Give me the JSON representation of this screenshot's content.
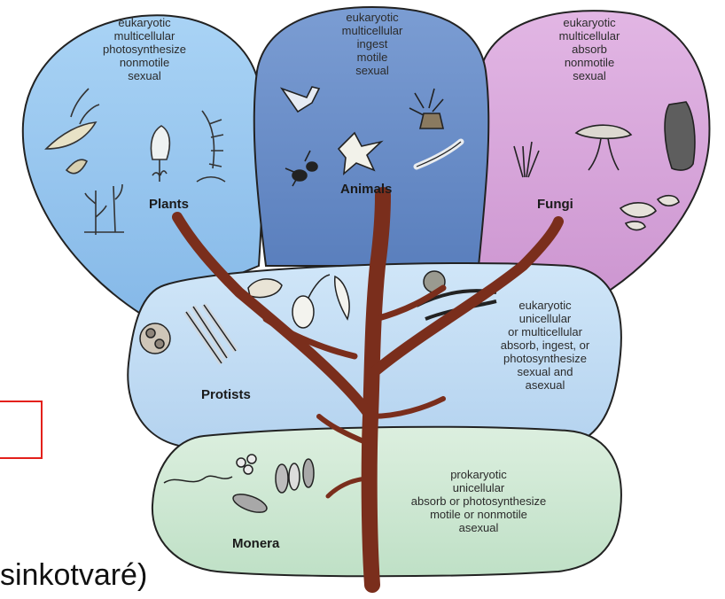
{
  "diagram": {
    "kingdoms": {
      "plants": {
        "name": "Plants",
        "traits": [
          "eukaryotic",
          "multicellular",
          "photosynthesize",
          "nonmotile",
          "sexual"
        ]
      },
      "animals": {
        "name": "Animals",
        "traits": [
          "eukaryotic",
          "multicellular",
          "ingest",
          "motile",
          "sexual"
        ]
      },
      "fungi": {
        "name": "Fungi",
        "traits": [
          "eukaryotic",
          "multicellular",
          "absorb",
          "nonmotile",
          "sexual"
        ]
      },
      "protists": {
        "name": "Protists",
        "traits": [
          "eukaryotic",
          "unicellular",
          "or multicellular",
          "absorb, ingest, or",
          "photosynthesize",
          "sexual and",
          "asexual"
        ]
      },
      "monera": {
        "name": "Monera",
        "traits": [
          "prokaryotic",
          "unicellular",
          "absorb or photosynthesize",
          "motile or nonmotile",
          "asexual"
        ]
      }
    },
    "colors": {
      "plants": "#9cc9ef",
      "animals": "#6c8fc9",
      "fungi": "#d9a8dc",
      "protists": "#c6def5",
      "monera": "#d1ead5",
      "trunk": "#7a2e1c"
    }
  },
  "slide": {
    "partial_text": "sinkotvaré)"
  }
}
